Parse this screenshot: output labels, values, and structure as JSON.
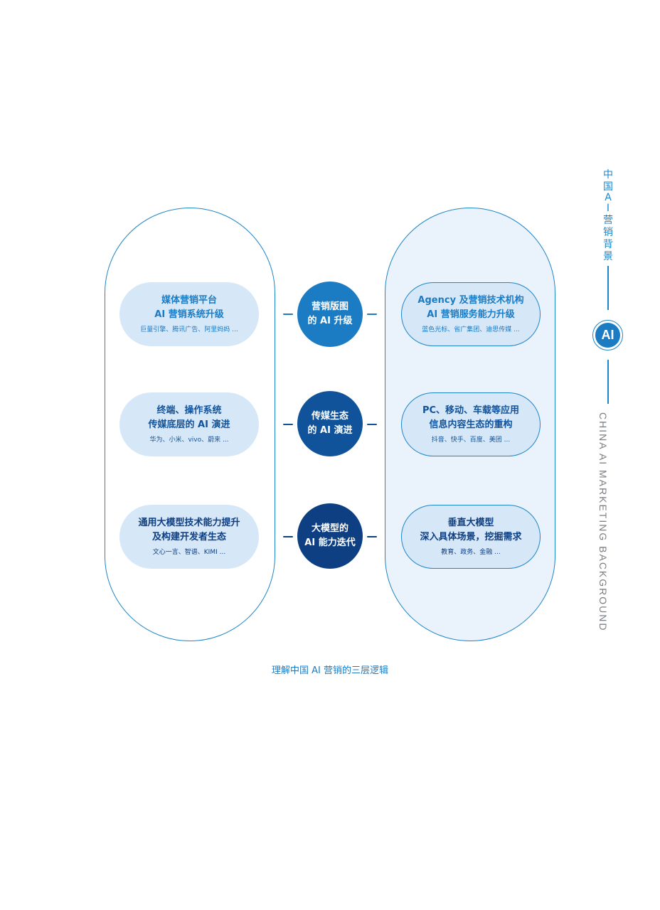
{
  "colors": {
    "primary": "#1e86c8",
    "level_1": "#1b7cc4",
    "level_2": "#11539a",
    "level_3": "#0e3f82",
    "card_fill": "#d6e7f8",
    "right_panel_fill": "#eaf2fb"
  },
  "rows": [
    {
      "left": {
        "title_1": "媒体营销平台",
        "title_2": "AI 营销系统升级",
        "sub": "巨量引擎、腾讯广告、阿里妈妈 ..."
      },
      "center": {
        "line_1": "营销版图",
        "line_2": "的 AI 升级"
      },
      "right": {
        "title_1": "Agency 及营销技术机构",
        "title_2": "AI 营销服务能力升级",
        "sub": "蓝色光标、省广集团、迪思传媒 ..."
      }
    },
    {
      "left": {
        "title_1": "终端、操作系统",
        "title_2": "传媒底层的 AI 演进",
        "sub": "华为、小米、vivo、蔚来 ..."
      },
      "center": {
        "line_1": "传媒生态",
        "line_2": "的 AI 演进"
      },
      "right": {
        "title_1": "PC、移动、车载等应用",
        "title_2": "信息内容生态的重构",
        "sub": "抖音、快手、百度、美团 ..."
      }
    },
    {
      "left": {
        "title_1": "通用大模型技术能力提升",
        "title_2": "及构建开发者生态",
        "sub": "文心一言、智谱、KIMI ..."
      },
      "center": {
        "line_1": "大模型的",
        "line_2": "AI 能力迭代"
      },
      "right": {
        "title_1": "垂直大模型",
        "title_2": "深入具体场景，挖掘需求",
        "sub": "教育、政务、金融 ..."
      }
    }
  ],
  "caption": "理解中国 AI 营销的三层逻辑",
  "side": {
    "cn_title_chars": [
      "中",
      "国",
      "A",
      "I",
      "营",
      "销",
      "背",
      "景"
    ],
    "badge": "AI",
    "en_title": "CHINA AI MARKETING BACKGROUND"
  }
}
